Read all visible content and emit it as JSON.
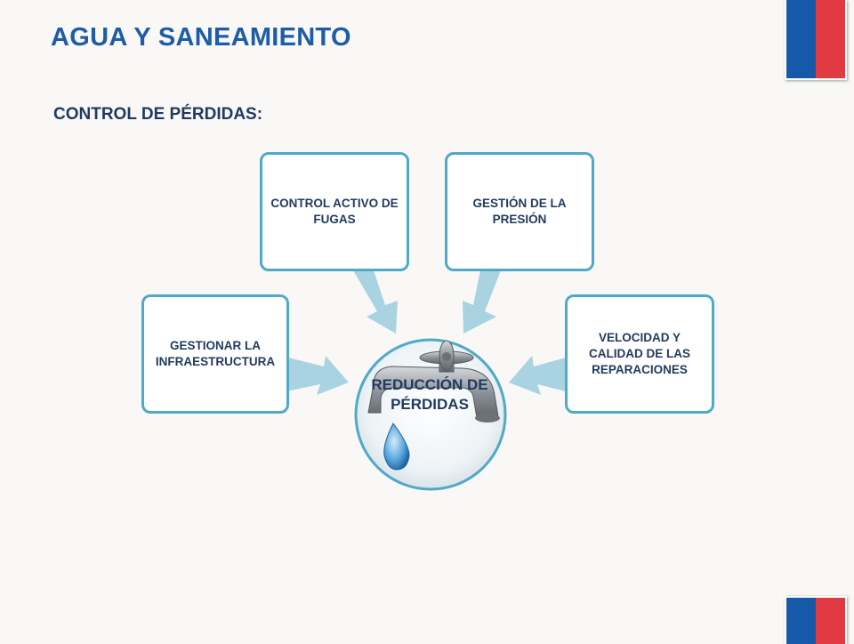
{
  "header": {
    "title": "AGUA Y SANEAMIENTO",
    "subtitle": "CONTROL DE PÉRDIDAS:"
  },
  "diagram": {
    "center_label": "REDUCCIÓN DE PÉRDIDAS",
    "nodes": [
      {
        "label": "GESTIONAR LA INFRAESTRUCTURA"
      },
      {
        "label": "CONTROL ACTIVO DE FUGAS"
      },
      {
        "label": "GESTIÓN DE LA PRESIÓN"
      },
      {
        "label": "VELOCIDAD Y CALIDAD DE LAS REPARACIONES"
      }
    ],
    "center_icon": "water-tap-icon"
  },
  "colors": {
    "title": "#1f5ca8",
    "box_border": "#4eaac7",
    "arrow": "#a9d3e0",
    "flag_blue": "#1559a8",
    "flag_red": "#e23a42"
  }
}
